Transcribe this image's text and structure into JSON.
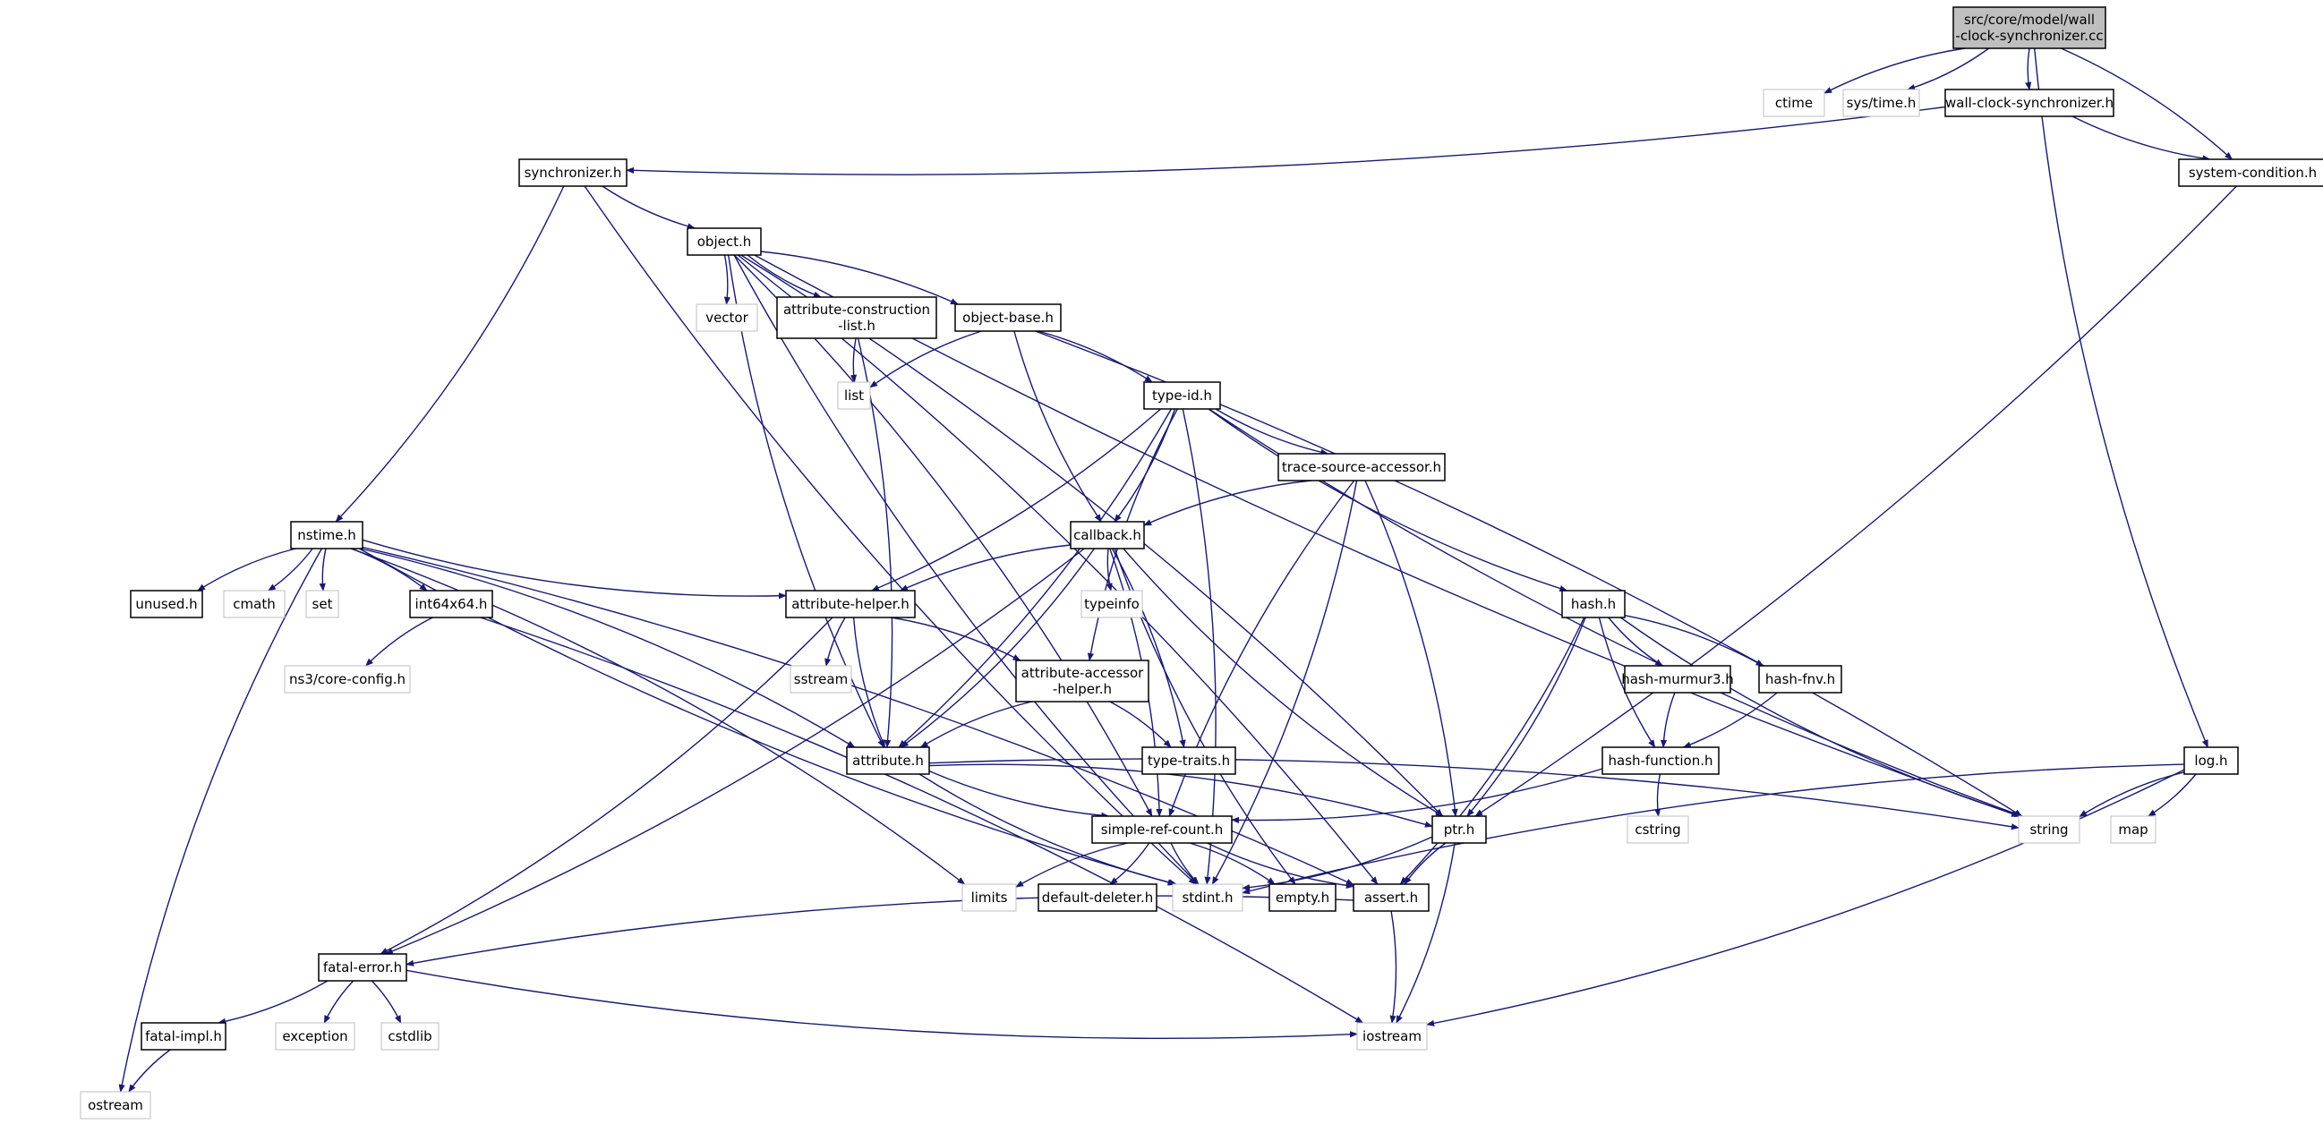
{
  "colors": {
    "edge": "#191970",
    "node_border": "#000000",
    "system_border": "#bfbfbf",
    "root_fill": "#bfbfbf",
    "node_fill": "#ffffff",
    "text": "#000000"
  },
  "nodes": [
    {
      "id": "root",
      "lines": [
        "src/core/model/wall",
        "-clock-synchronizer.cc"
      ],
      "kind": "root"
    },
    {
      "id": "ctime",
      "lines": [
        "ctime"
      ],
      "kind": "system"
    },
    {
      "id": "systime",
      "lines": [
        "sys/time.h"
      ],
      "kind": "system"
    },
    {
      "id": "wcsync",
      "lines": [
        "wall-clock-synchronizer.h"
      ],
      "kind": "local"
    },
    {
      "id": "syscond",
      "lines": [
        "system-condition.h"
      ],
      "kind": "local"
    },
    {
      "id": "sync",
      "lines": [
        "synchronizer.h"
      ],
      "kind": "local"
    },
    {
      "id": "object",
      "lines": [
        "object.h"
      ],
      "kind": "local"
    },
    {
      "id": "vector",
      "lines": [
        "vector"
      ],
      "kind": "system"
    },
    {
      "id": "acl",
      "lines": [
        "attribute-construction",
        "-list.h"
      ],
      "kind": "local"
    },
    {
      "id": "objbase",
      "lines": [
        "object-base.h"
      ],
      "kind": "local"
    },
    {
      "id": "list",
      "lines": [
        "list"
      ],
      "kind": "system"
    },
    {
      "id": "typeid",
      "lines": [
        "type-id.h"
      ],
      "kind": "local"
    },
    {
      "id": "tsa",
      "lines": [
        "trace-source-accessor.h"
      ],
      "kind": "local"
    },
    {
      "id": "callback",
      "lines": [
        "callback.h"
      ],
      "kind": "local"
    },
    {
      "id": "nstime",
      "lines": [
        "nstime.h"
      ],
      "kind": "local"
    },
    {
      "id": "unused",
      "lines": [
        "unused.h"
      ],
      "kind": "local"
    },
    {
      "id": "cmath",
      "lines": [
        "cmath"
      ],
      "kind": "system"
    },
    {
      "id": "set",
      "lines": [
        "set"
      ],
      "kind": "system"
    },
    {
      "id": "int64",
      "lines": [
        "int64x64.h"
      ],
      "kind": "local"
    },
    {
      "id": "corecfg",
      "lines": [
        "ns3/core-config.h"
      ],
      "kind": "system"
    },
    {
      "id": "attrhelper",
      "lines": [
        "attribute-helper.h"
      ],
      "kind": "local"
    },
    {
      "id": "sstream",
      "lines": [
        "sstream"
      ],
      "kind": "system"
    },
    {
      "id": "typeinfo",
      "lines": [
        "typeinfo"
      ],
      "kind": "system"
    },
    {
      "id": "aah",
      "lines": [
        "attribute-accessor",
        "-helper.h"
      ],
      "kind": "local"
    },
    {
      "id": "attribute",
      "lines": [
        "attribute.h"
      ],
      "kind": "local"
    },
    {
      "id": "typetraits",
      "lines": [
        "type-traits.h"
      ],
      "kind": "local"
    },
    {
      "id": "hash",
      "lines": [
        "hash.h"
      ],
      "kind": "local"
    },
    {
      "id": "hashmm",
      "lines": [
        "hash-murmur3.h"
      ],
      "kind": "local"
    },
    {
      "id": "hashfnv",
      "lines": [
        "hash-fnv.h"
      ],
      "kind": "local"
    },
    {
      "id": "hashfn",
      "lines": [
        "hash-function.h"
      ],
      "kind": "local"
    },
    {
      "id": "cstring",
      "lines": [
        "cstring"
      ],
      "kind": "system"
    },
    {
      "id": "log",
      "lines": [
        "log.h"
      ],
      "kind": "local"
    },
    {
      "id": "string",
      "lines": [
        "string"
      ],
      "kind": "system"
    },
    {
      "id": "map",
      "lines": [
        "map"
      ],
      "kind": "system"
    },
    {
      "id": "src",
      "lines": [
        "simple-ref-count.h"
      ],
      "kind": "local"
    },
    {
      "id": "ptr",
      "lines": [
        "ptr.h"
      ],
      "kind": "local"
    },
    {
      "id": "limits",
      "lines": [
        "limits"
      ],
      "kind": "system"
    },
    {
      "id": "defdel",
      "lines": [
        "default-deleter.h"
      ],
      "kind": "local"
    },
    {
      "id": "stdint",
      "lines": [
        "stdint.h"
      ],
      "kind": "system"
    },
    {
      "id": "empty",
      "lines": [
        "empty.h"
      ],
      "kind": "local"
    },
    {
      "id": "assert",
      "lines": [
        "assert.h"
      ],
      "kind": "local"
    },
    {
      "id": "fatalerr",
      "lines": [
        "fatal-error.h"
      ],
      "kind": "local"
    },
    {
      "id": "exception",
      "lines": [
        "exception"
      ],
      "kind": "system"
    },
    {
      "id": "cstdlib",
      "lines": [
        "cstdlib"
      ],
      "kind": "system"
    },
    {
      "id": "iostream",
      "lines": [
        "iostream"
      ],
      "kind": "system"
    },
    {
      "id": "fatalimpl",
      "lines": [
        "fatal-impl.h"
      ],
      "kind": "local"
    },
    {
      "id": "ostream",
      "lines": [
        "ostream"
      ],
      "kind": "system"
    }
  ],
  "edges": [
    [
      "root",
      "ctime"
    ],
    [
      "root",
      "systime"
    ],
    [
      "root",
      "wcsync"
    ],
    [
      "root",
      "syscond"
    ],
    [
      "root",
      "log"
    ],
    [
      "wcsync",
      "sync"
    ],
    [
      "wcsync",
      "syscond"
    ],
    [
      "syscond",
      "ptr"
    ],
    [
      "sync",
      "object"
    ],
    [
      "sync",
      "nstime"
    ],
    [
      "sync",
      "stdint"
    ],
    [
      "object",
      "vector"
    ],
    [
      "object",
      "acl"
    ],
    [
      "object",
      "objbase"
    ],
    [
      "object",
      "string"
    ],
    [
      "object",
      "ptr"
    ],
    [
      "object",
      "attribute"
    ],
    [
      "object",
      "src"
    ],
    [
      "object",
      "stdint"
    ],
    [
      "object",
      "assert"
    ],
    [
      "acl",
      "list"
    ],
    [
      "acl",
      "attribute"
    ],
    [
      "objbase",
      "list"
    ],
    [
      "objbase",
      "typeid"
    ],
    [
      "objbase",
      "callback"
    ],
    [
      "objbase",
      "string"
    ],
    [
      "typeid",
      "tsa"
    ],
    [
      "typeid",
      "callback"
    ],
    [
      "typeid",
      "hash"
    ],
    [
      "typeid",
      "attrhelper"
    ],
    [
      "typeid",
      "aah"
    ],
    [
      "typeid",
      "attribute"
    ],
    [
      "typeid",
      "string"
    ],
    [
      "typeid",
      "stdint"
    ],
    [
      "tsa",
      "callback"
    ],
    [
      "tsa",
      "ptr"
    ],
    [
      "tsa",
      "src"
    ],
    [
      "tsa",
      "stdint"
    ],
    [
      "callback",
      "attrhelper"
    ],
    [
      "callback",
      "attribute"
    ],
    [
      "callback",
      "typeinfo"
    ],
    [
      "callback",
      "typetraits"
    ],
    [
      "callback",
      "ptr"
    ],
    [
      "callback",
      "src"
    ],
    [
      "callback",
      "empty"
    ],
    [
      "callback",
      "fatalerr"
    ],
    [
      "nstime",
      "unused"
    ],
    [
      "nstime",
      "cmath"
    ],
    [
      "nstime",
      "set"
    ],
    [
      "nstime",
      "int64"
    ],
    [
      "nstime",
      "attrhelper"
    ],
    [
      "nstime",
      "attribute"
    ],
    [
      "nstime",
      "stdint"
    ],
    [
      "nstime",
      "limits"
    ],
    [
      "nstime",
      "ostream"
    ],
    [
      "nstime",
      "assert"
    ],
    [
      "int64",
      "corecfg"
    ],
    [
      "int64",
      "iostream"
    ],
    [
      "attrhelper",
      "sstream"
    ],
    [
      "attrhelper",
      "aah"
    ],
    [
      "attrhelper",
      "attribute"
    ],
    [
      "attrhelper",
      "fatalerr"
    ],
    [
      "aah",
      "attribute"
    ],
    [
      "aah",
      "typetraits"
    ],
    [
      "attribute",
      "src"
    ],
    [
      "attribute",
      "ptr"
    ],
    [
      "attribute",
      "stdint"
    ],
    [
      "attribute",
      "string"
    ],
    [
      "hash",
      "hashmm"
    ],
    [
      "hash",
      "hashfnv"
    ],
    [
      "hash",
      "hashfn"
    ],
    [
      "hash",
      "ptr"
    ],
    [
      "hash",
      "string"
    ],
    [
      "hash",
      "assert"
    ],
    [
      "hashmm",
      "hashfn"
    ],
    [
      "hashfnv",
      "hashfn"
    ],
    [
      "hashfn",
      "cstring"
    ],
    [
      "hashfn",
      "src"
    ],
    [
      "log",
      "string"
    ],
    [
      "log",
      "map"
    ],
    [
      "log",
      "stdint"
    ],
    [
      "log",
      "iostream"
    ],
    [
      "src",
      "limits"
    ],
    [
      "src",
      "defdel"
    ],
    [
      "src",
      "stdint"
    ],
    [
      "src",
      "empty"
    ],
    [
      "src",
      "assert"
    ],
    [
      "ptr",
      "stdint"
    ],
    [
      "ptr",
      "assert"
    ],
    [
      "ptr",
      "iostream"
    ],
    [
      "assert",
      "fatalerr"
    ],
    [
      "assert",
      "iostream"
    ],
    [
      "fatalerr",
      "exception"
    ],
    [
      "fatalerr",
      "cstdlib"
    ],
    [
      "fatalerr",
      "iostream"
    ],
    [
      "fatalerr",
      "fatalimpl"
    ],
    [
      "fatalimpl",
      "ostream"
    ]
  ]
}
